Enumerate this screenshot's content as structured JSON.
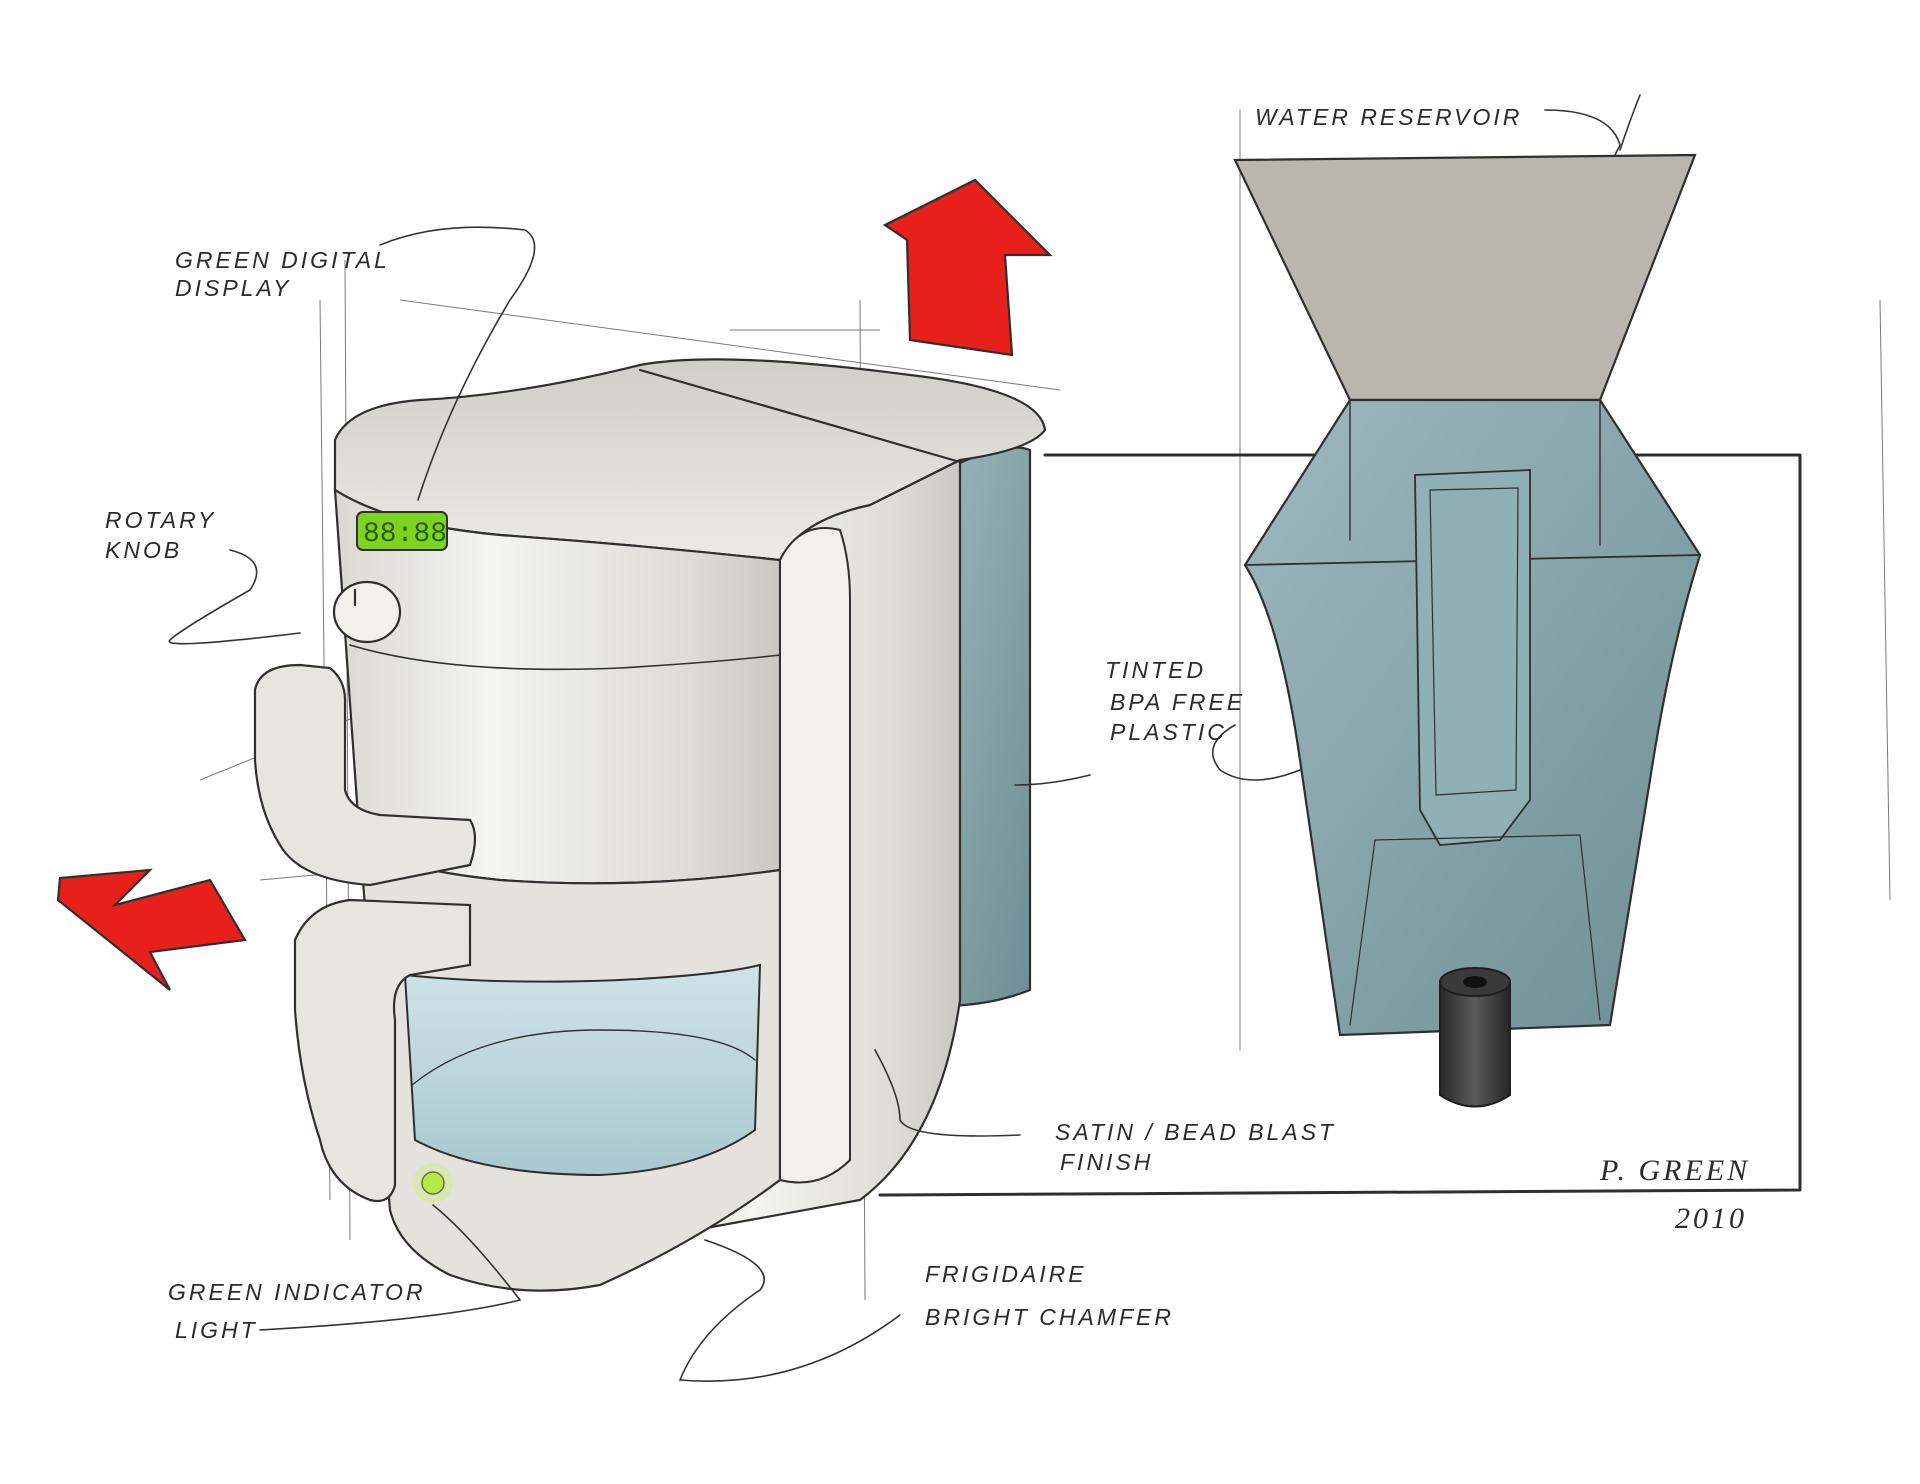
{
  "labels": {
    "water_reservoir": "WATER RESERVOIR",
    "green_digital_display_1": "GREEN DIGITAL",
    "green_digital_display_2": "DISPLAY",
    "rotary_knob_1": "ROTARY",
    "rotary_knob_2": "KNOB",
    "tinted_1": "TINTED",
    "tinted_2": "BPA FREE",
    "tinted_3": "PLASTIC",
    "satin_1": "SATIN / BEAD BLAST",
    "satin_2": "FINISH",
    "green_indicator_1": "GREEN INDICATOR",
    "green_indicator_2": "LIGHT",
    "frigidaire_1": "FRIGIDAIRE",
    "frigidaire_2": "BRIGHT CHAMFER"
  },
  "signature": {
    "name": "P. GREEN",
    "year": "2010"
  },
  "colors": {
    "arrow_red": "#e8201c",
    "display_green": "#7ed321",
    "body_light": "#ecebe6",
    "tint_blue": "#7d9ea4",
    "reservoir_top": "#b9b6ad",
    "nozzle_dark": "#3a3a3a"
  }
}
